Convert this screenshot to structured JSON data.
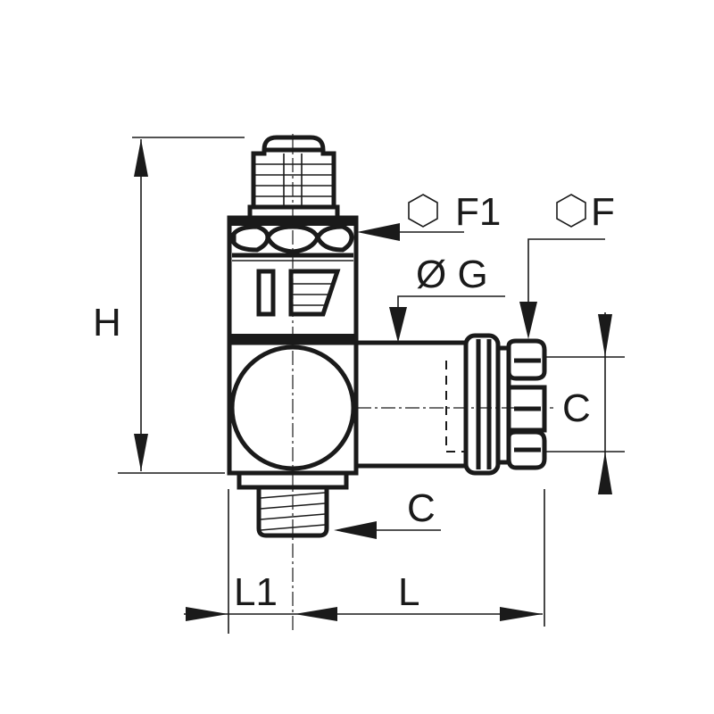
{
  "labels": {
    "h": "H",
    "f1": "F1",
    "f": "F",
    "g": "Ø G",
    "c_right": "C",
    "c_bottom": "C",
    "l1": "L1",
    "l": "L"
  },
  "icons": {
    "hex_f1": "hexagon-icon",
    "hex_f": "hexagon-icon"
  },
  "colors": {
    "line": "#1a1a1a",
    "background": "#ffffff"
  }
}
